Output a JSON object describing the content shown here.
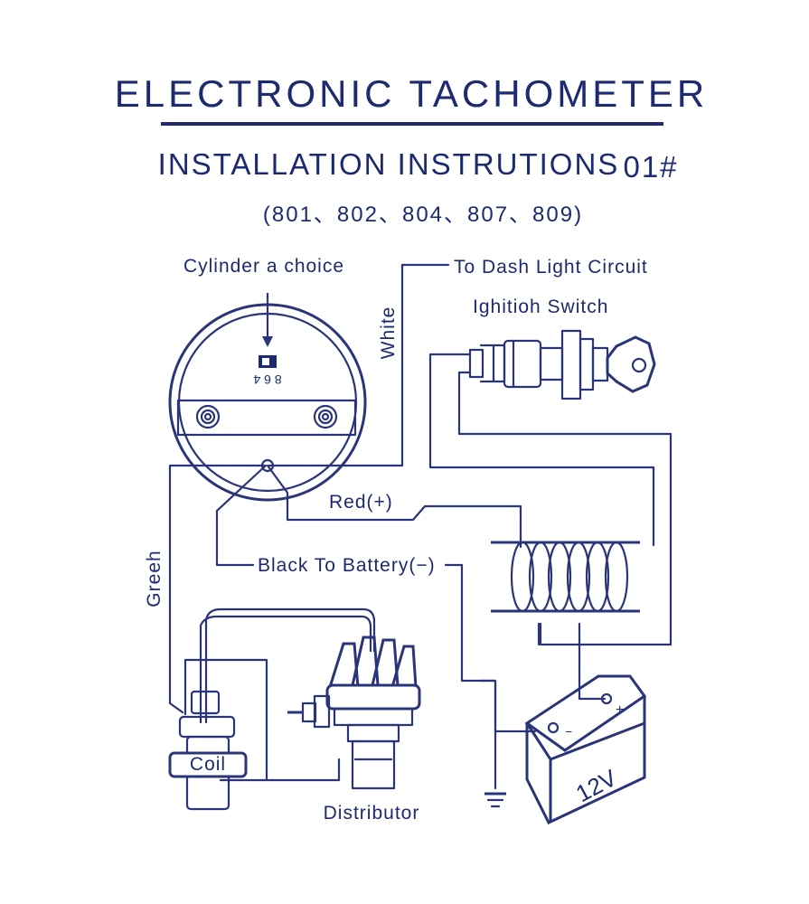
{
  "header": {
    "title": "ELECTRONIC  TACHOMETER",
    "subtitle": "INSTALLATION INSTRUTIONS",
    "sheet_code": "01#",
    "models": "(801、802、804、807、809)"
  },
  "labels": {
    "cylinder": "Cylinder a choice",
    "selector": "8  6  4",
    "dash_light": "To Dash Light Circuit",
    "white": "White",
    "ignition": "Ighitioh Switch",
    "red": "Red(+)",
    "black": "Black To Battery(−)",
    "green": "Greeh",
    "coil": "Coil",
    "distributor": "Distributor",
    "battery_voltage": "12V",
    "battery_plus": "+",
    "battery_minus": "−"
  },
  "colors": {
    "ink": "#1d2a70",
    "wire": "#2a3478",
    "background": "#ffffff"
  },
  "icons": {
    "key": "key-icon",
    "ground": "ground-icon"
  }
}
